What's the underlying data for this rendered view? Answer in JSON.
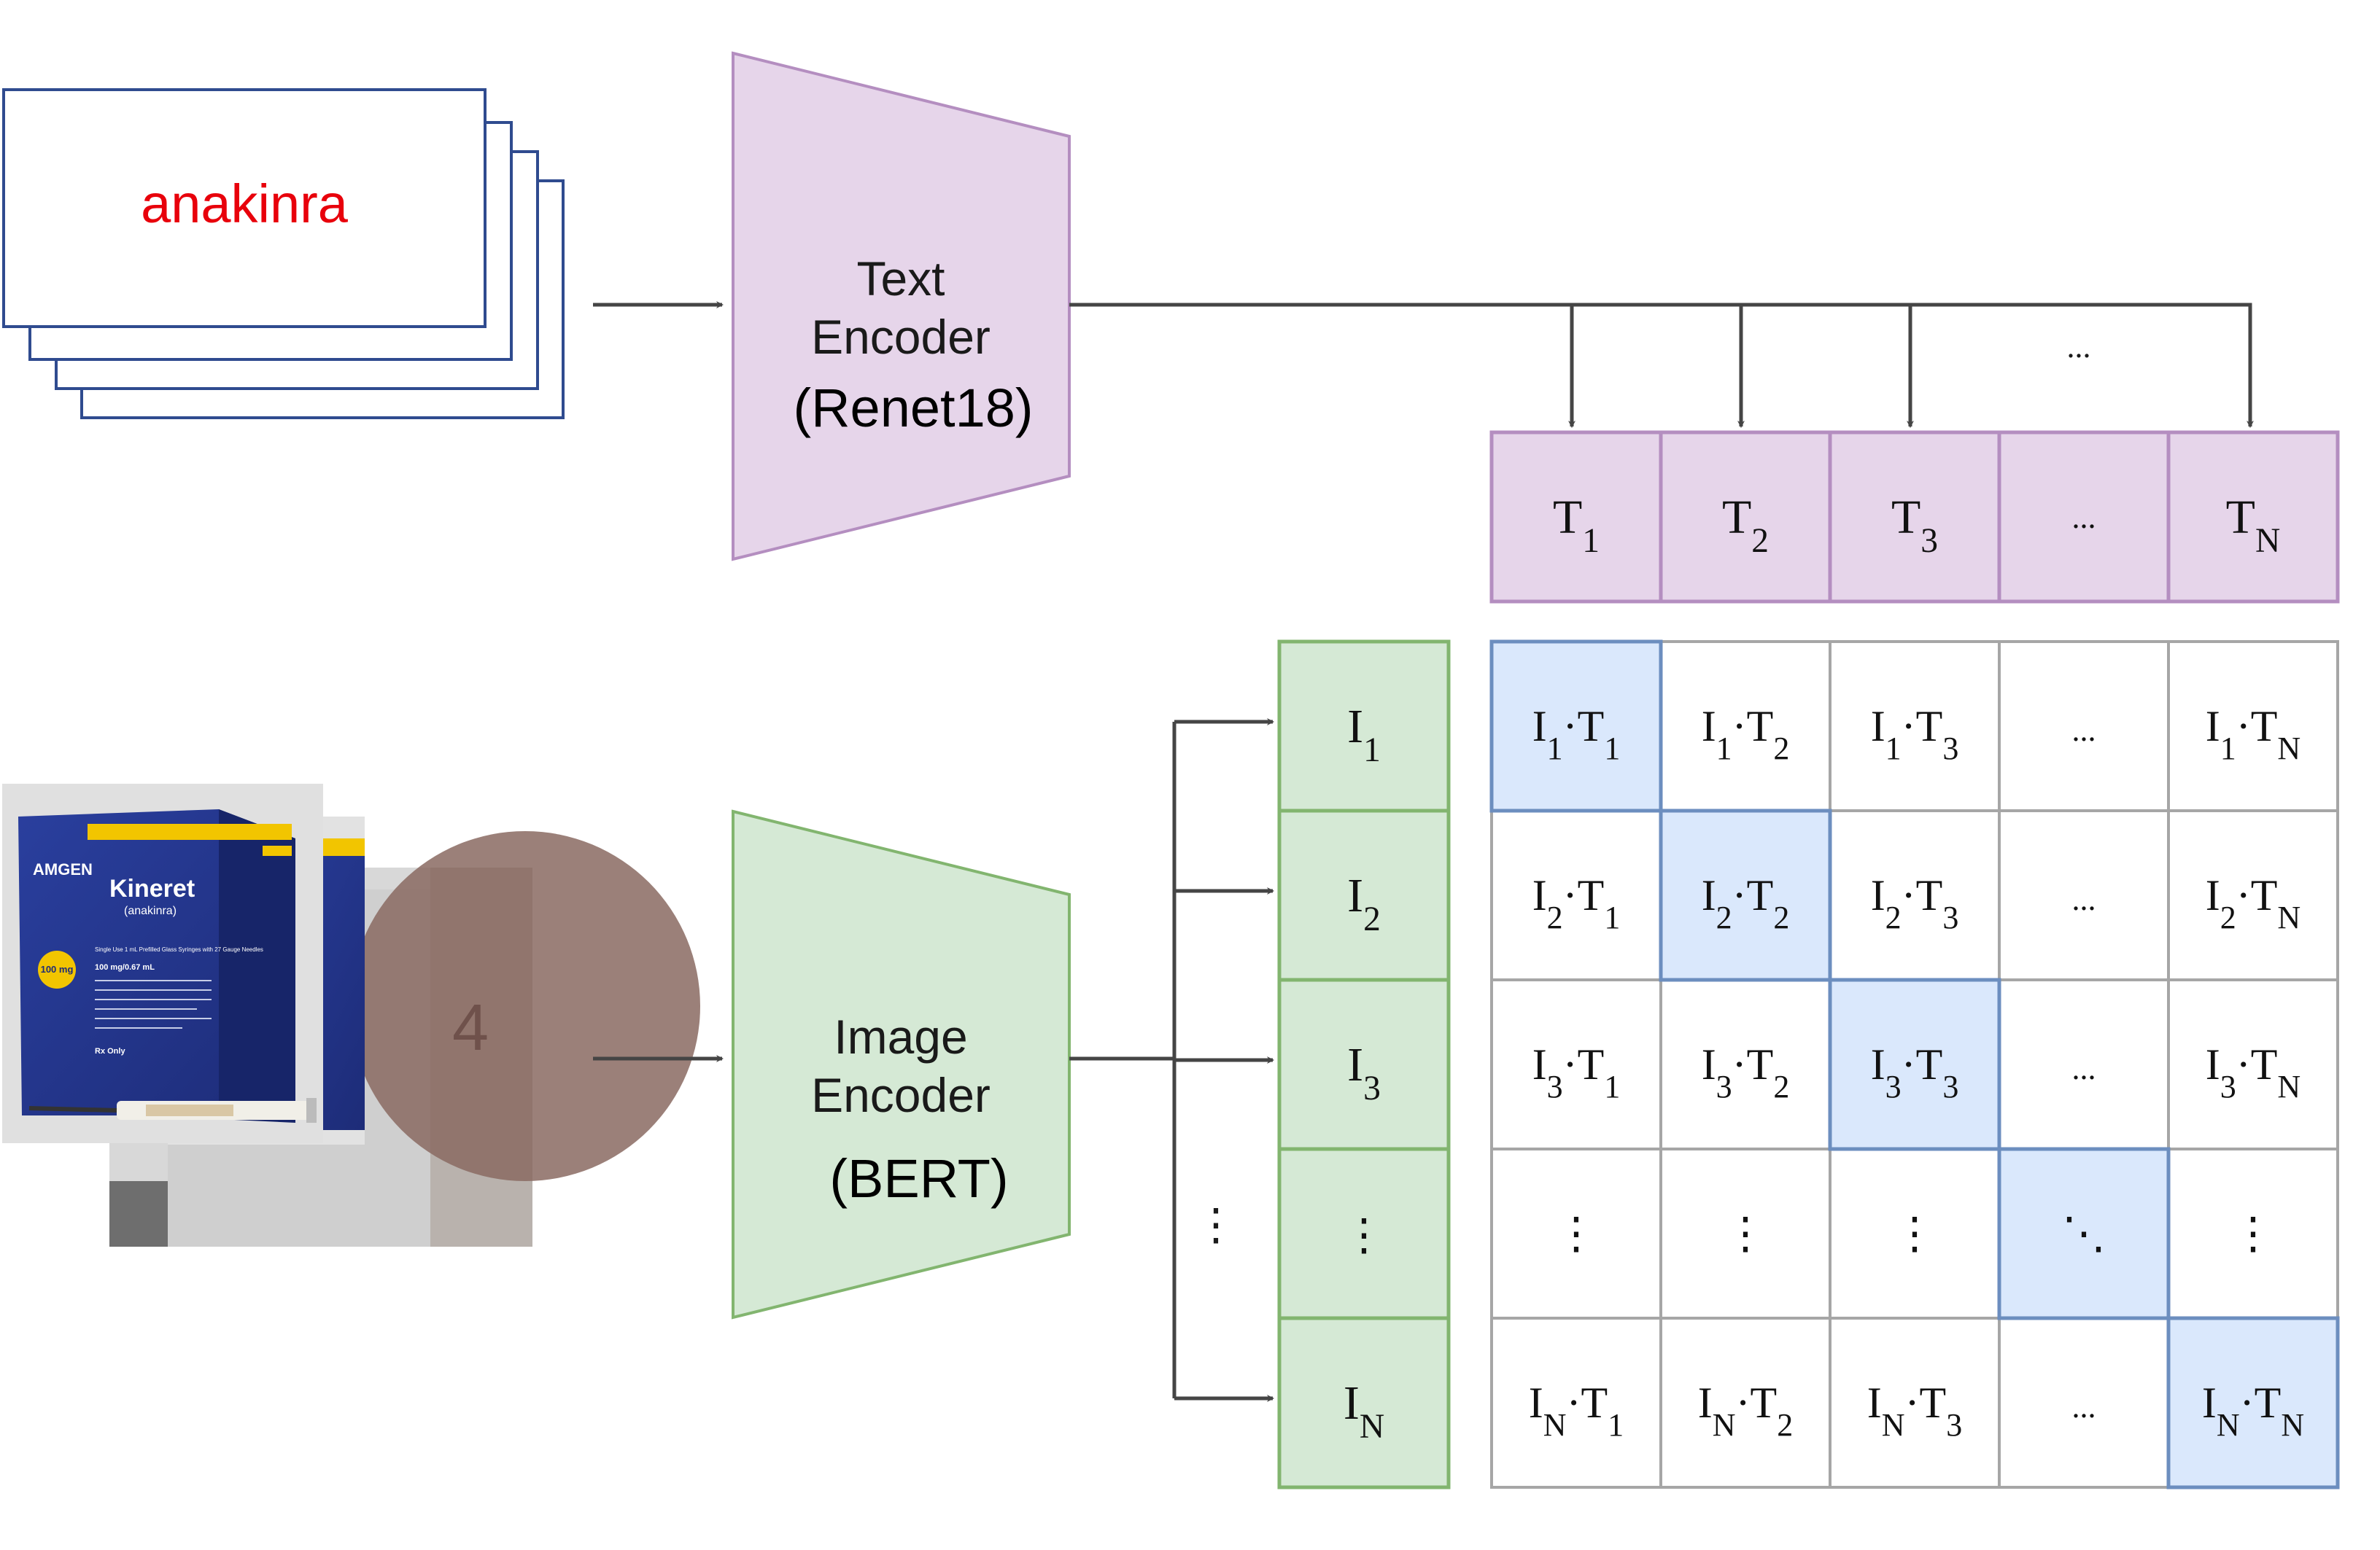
{
  "text_input": {
    "label": "anakinra"
  },
  "text_encoder": {
    "line1": "Text",
    "line2": "Encoder",
    "model": "(Renet18)"
  },
  "image_encoder": {
    "line1": "Image",
    "line2": "Encoder",
    "model": "(BERT)"
  },
  "image_input": {
    "brand": "AMGEN",
    "product": "Kineret",
    "generic": "(anakinra)",
    "dose": "100 mg",
    "description": "Single Use 1 mL Prefilled Glass Syringes with 27 Gauge Needles",
    "concentration": "100 mg/0.67 mL",
    "rx": "Rx Only",
    "pill_mark": "4"
  },
  "text_features": {
    "top_ellipsis": "...",
    "labels": [
      {
        "base": "T",
        "sub": "1"
      },
      {
        "base": "T",
        "sub": "2"
      },
      {
        "base": "T",
        "sub": "3"
      },
      {
        "base": "...",
        "sub": ""
      },
      {
        "base": "T",
        "sub": "N"
      }
    ]
  },
  "image_features": {
    "left_ellipsis": "⋮",
    "labels": [
      {
        "base": "I",
        "sub": "1"
      },
      {
        "base": "I",
        "sub": "2"
      },
      {
        "base": "I",
        "sub": "3"
      },
      {
        "base": "⋮",
        "sub": ""
      },
      {
        "base": "I",
        "sub": "N"
      }
    ]
  },
  "matrix": {
    "rows": [
      [
        "I1·T1",
        "I1·T2",
        "I1·T3",
        "...",
        "I1·TN"
      ],
      [
        "I2·T1",
        "I2·T2",
        "I2·T3",
        "...",
        "I2·TN"
      ],
      [
        "I3·T1",
        "I3·T2",
        "I3·T3",
        "...",
        "I3·TN"
      ],
      [
        "⋮",
        "⋮",
        "⋮",
        "⋱",
        "⋮"
      ],
      [
        "IN·T1",
        "IN·T2",
        "IN·T3",
        "...",
        "IN·TN"
      ]
    ],
    "highlighted": [
      [
        0,
        0
      ],
      [
        1,
        1
      ],
      [
        2,
        2
      ],
      [
        3,
        3
      ],
      [
        4,
        4
      ]
    ]
  },
  "colors": {
    "text_encoder_fill": "#e6d5ea",
    "text_encoder_stroke": "#b48ec0",
    "image_encoder_fill": "#d5e9d5",
    "image_encoder_stroke": "#82b56f",
    "highlight_fill": "#dae8fc",
    "highlight_stroke": "#6c8ebf",
    "grid_stroke": "#a6a6a6",
    "card_stroke": "#2f4b8f",
    "input_text": "#e8000b",
    "arrow": "#454545"
  }
}
